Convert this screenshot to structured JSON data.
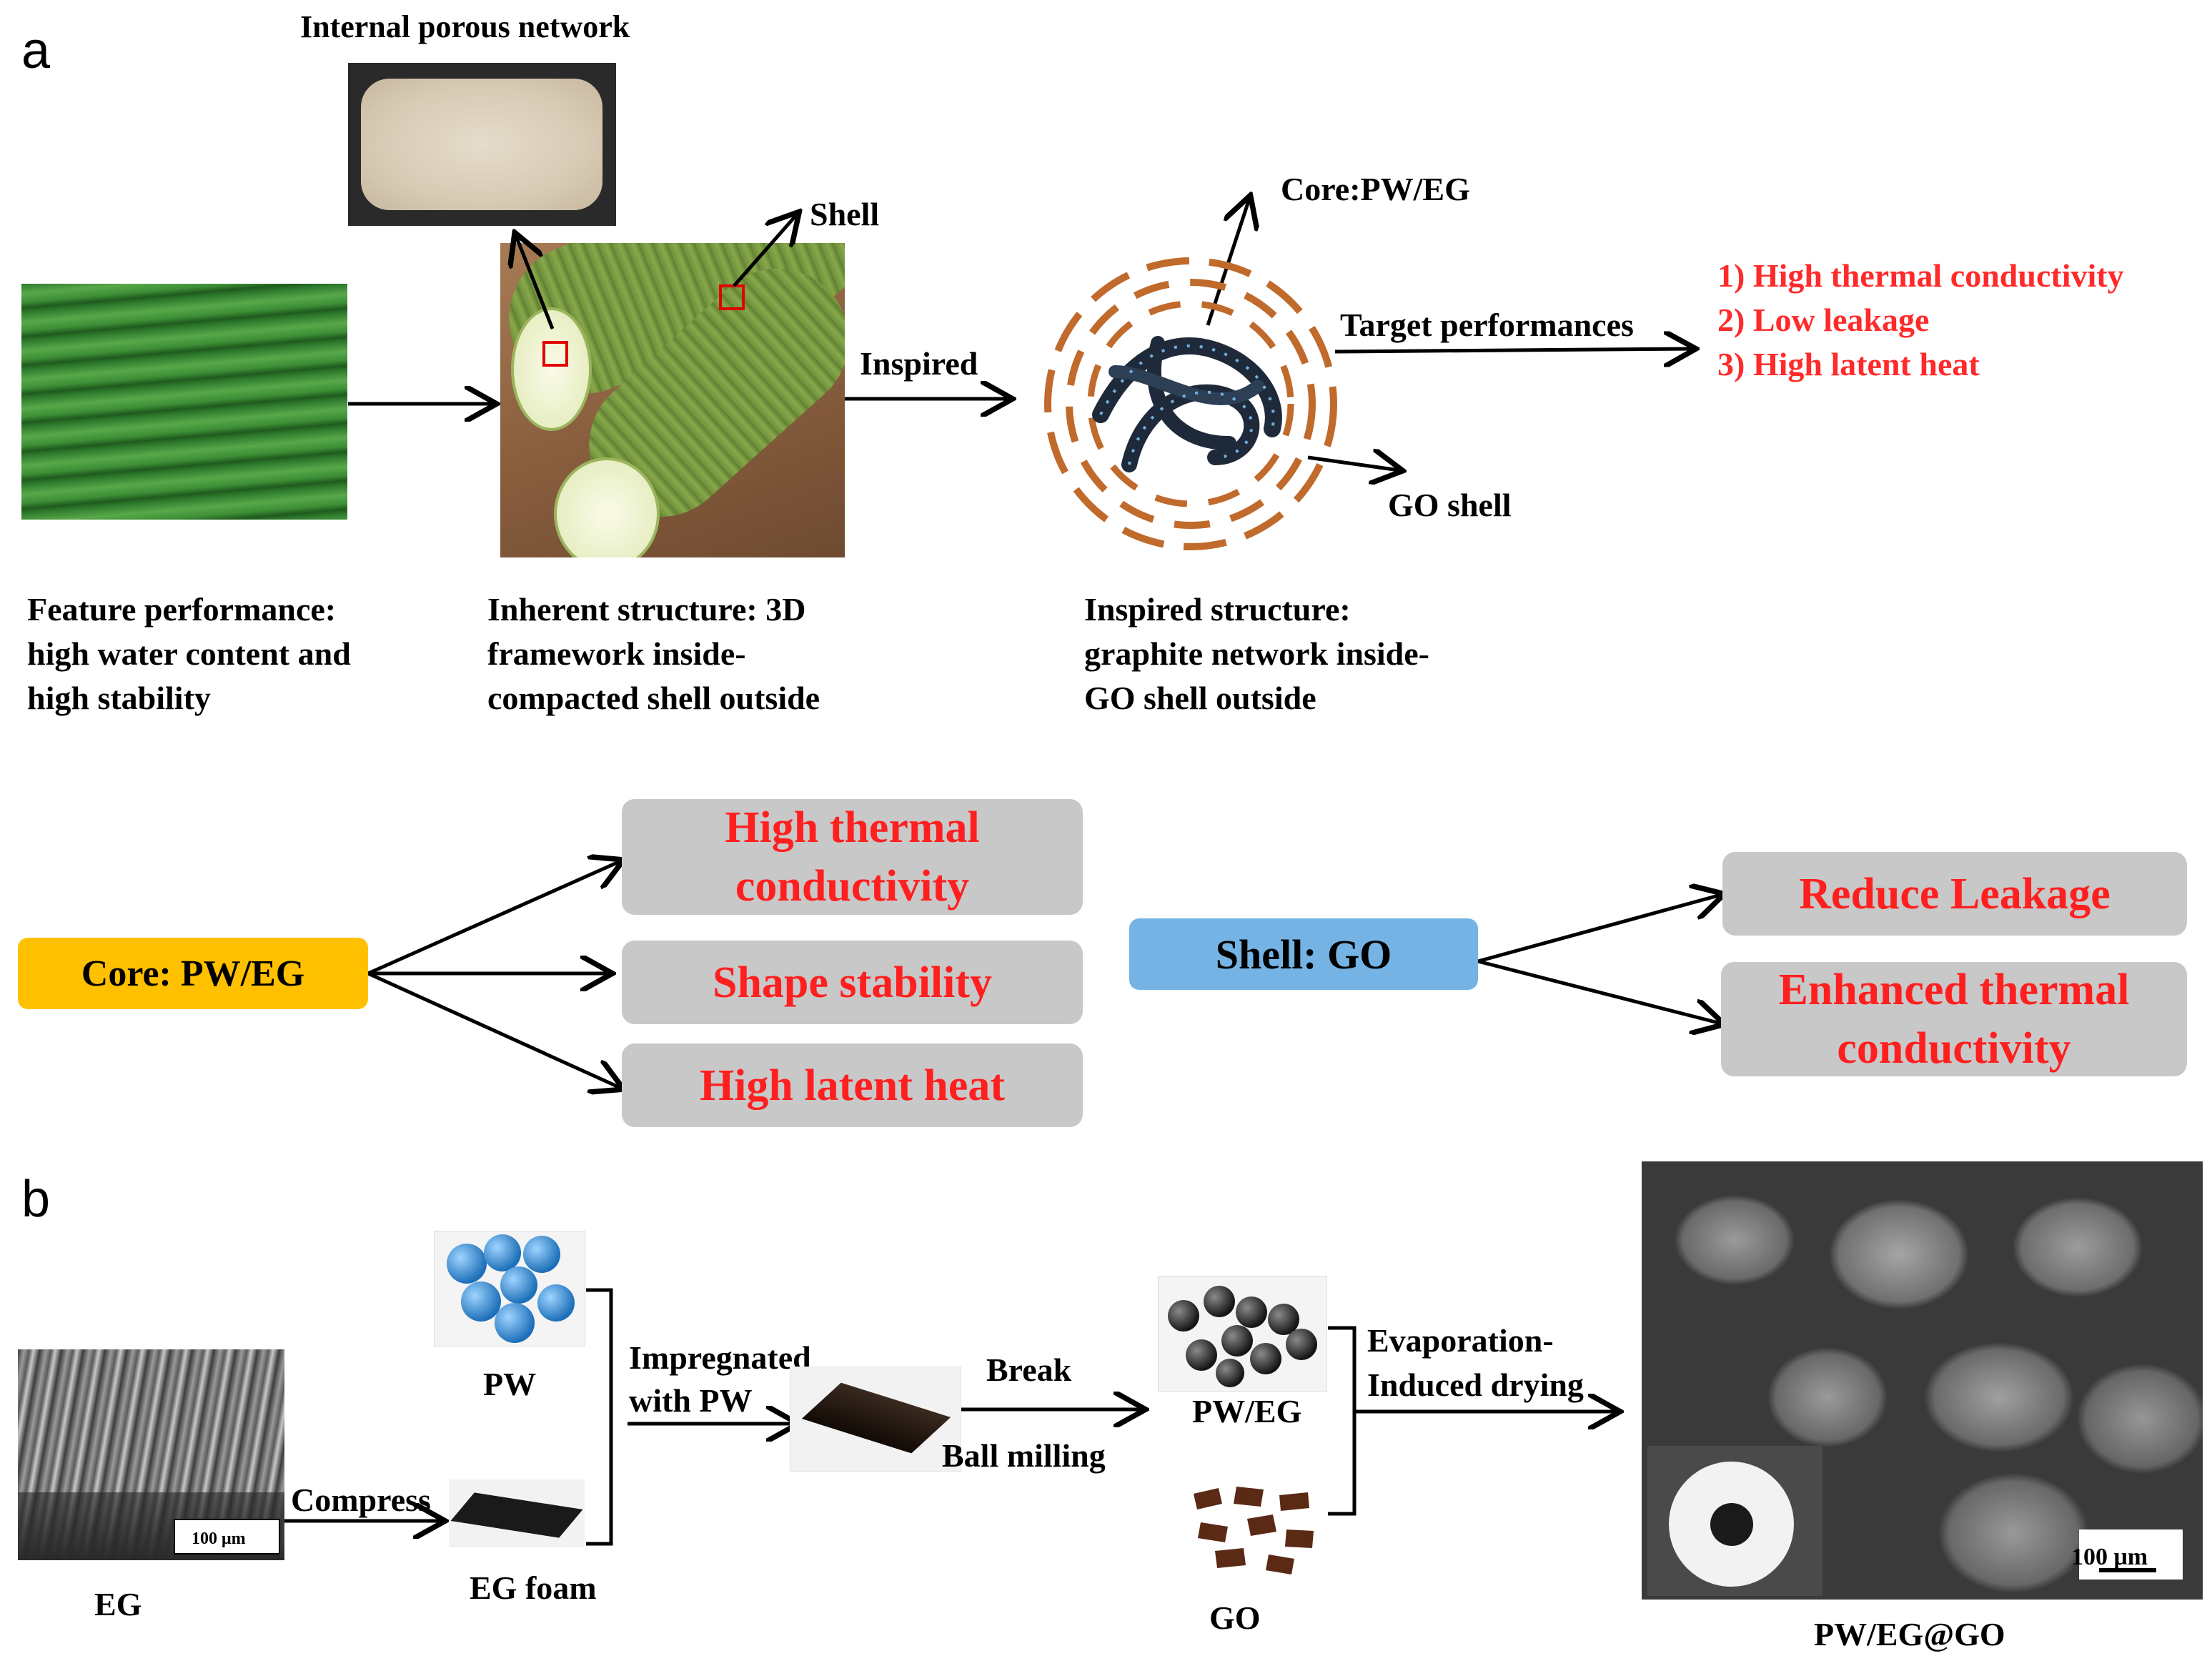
{
  "panel_a": {
    "letter": "a",
    "porous_label": "Internal porous network",
    "shell_label": "Shell",
    "core_label": "Core:PW/EG",
    "go_shell_label": "GO shell",
    "inspired_label": "Inspired",
    "target_label": "Target performances",
    "targets": [
      "1) High thermal conductivity",
      "2) Low leakage",
      "3) High latent heat"
    ],
    "captions": {
      "feature": [
        "Feature performance:",
        "high water content and",
        "high stability"
      ],
      "inherent": [
        "Inherent structure: 3D",
        "framework inside-",
        "compacted shell outside"
      ],
      "inspired": [
        "Inspired structure:",
        "graphite network inside-",
        "GO shell outside"
      ]
    },
    "core_box": "Core: PW/EG",
    "core_props": [
      "High thermal conductivity",
      "Shape stability",
      "High latent heat"
    ],
    "shell_box": "Shell: GO",
    "shell_props": [
      "Reduce Leakage",
      "Enhanced thermal conductivity"
    ]
  },
  "panel_b": {
    "letter": "b",
    "eg_label": "EG",
    "scale_small": "100 μm",
    "compress_label": "Compress",
    "pw_label": "PW",
    "eg_foam_label": "EG foam",
    "impregnated_label": [
      "Impregnated",
      "with PW"
    ],
    "break_label": "Break",
    "ball_milling_label": "Ball milling",
    "pweg_label": "PW/EG",
    "go_label": "GO",
    "evap_label": [
      "Evaporation-",
      "Induced drying"
    ],
    "scale_large": "100 μm",
    "final_label": "PW/EG@GO"
  },
  "colors": {
    "red_text": "#ff2a2a",
    "core_box": "#ffc000",
    "shell_box": "#74b3e4",
    "prop_box": "#c8c8c8",
    "bean_green": "#3f8f3a",
    "pw_blue": "#2f8fd6",
    "go_brown": "#5a2a14"
  }
}
